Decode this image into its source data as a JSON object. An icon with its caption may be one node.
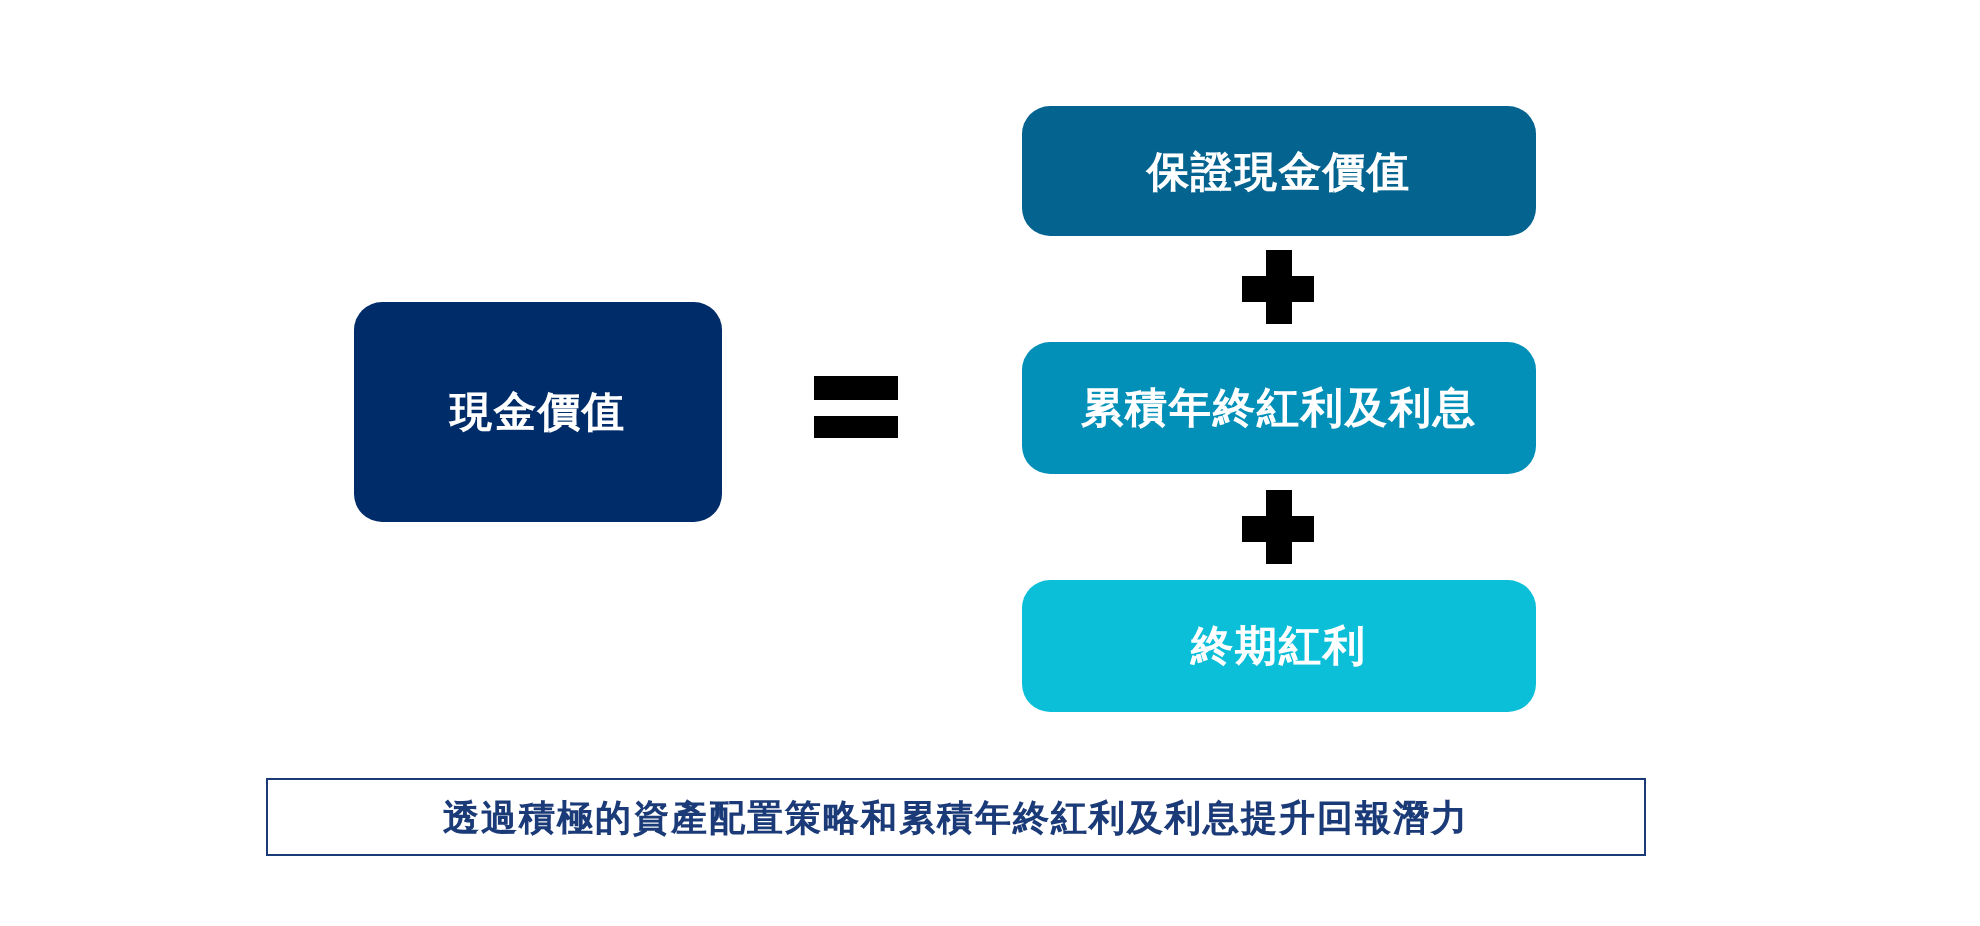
{
  "diagram": {
    "nodes": [
      {
        "text": [
          "現金價值"
        ]
      },
      {
        "text": [
          "保證現金價值"
        ]
      },
      {
        "text": [
          "累積年終紅利及利息"
        ]
      },
      {
        "text": [
          "終期紅利"
        ]
      },
      {
        "text": [
          "透過積極的資產配置策略和累積年終紅利及利息提升回報潛力"
        ]
      }
    ]
  }
}
